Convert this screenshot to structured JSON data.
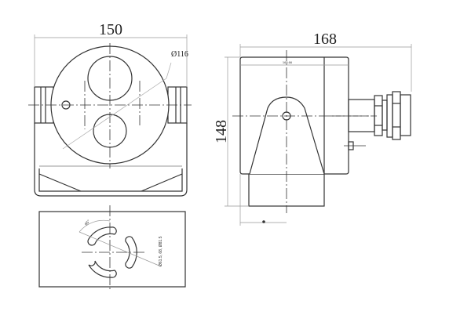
{
  "drawing": {
    "front_view": {
      "width_dim": "150",
      "diameter_dim": "Ø116"
    },
    "side_view": {
      "depth_dim": "168",
      "height_dim": "148",
      "inner_dim": "165.66"
    },
    "bottom_view": {
      "angle_dim": "65°",
      "slot_dim": "Ø61.5, 68, Ø81.5"
    }
  },
  "colors": {
    "line": "#333333",
    "dim": "#999999"
  }
}
